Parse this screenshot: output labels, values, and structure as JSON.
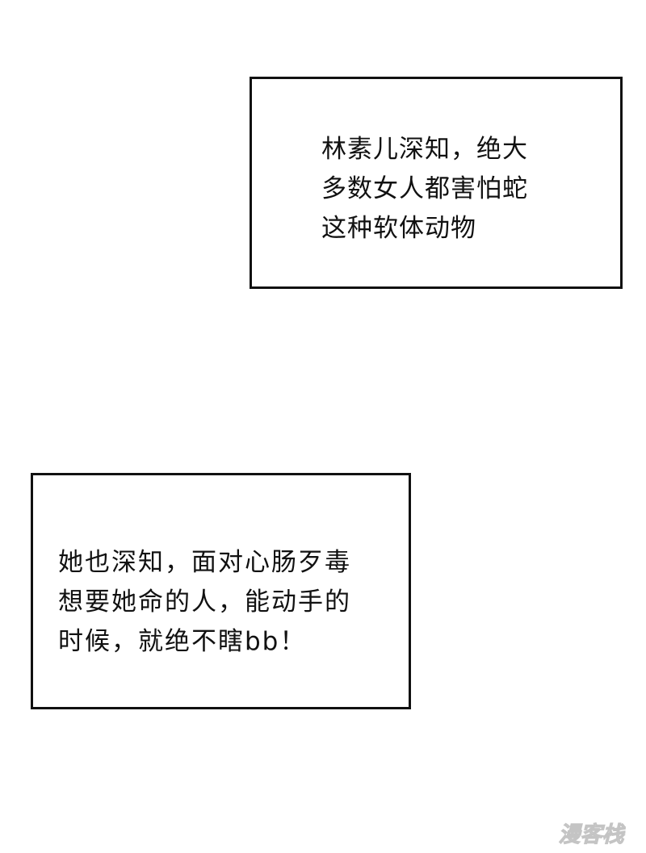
{
  "captions": {
    "top": {
      "lines": [
        "林素儿深知，绝大",
        "多数女人都害怕蛇",
        "这种软体动物"
      ]
    },
    "bottom": {
      "lines": [
        "她也深知，面对心肠歹毒",
        "想要她命的人，能动手的",
        "时候，就绝不瞎bb！"
      ]
    }
  },
  "watermark": {
    "text": "漫客栈"
  },
  "colors": {
    "background": "#ffffff",
    "ink": "#111111",
    "watermark": "#d9d9d9"
  }
}
